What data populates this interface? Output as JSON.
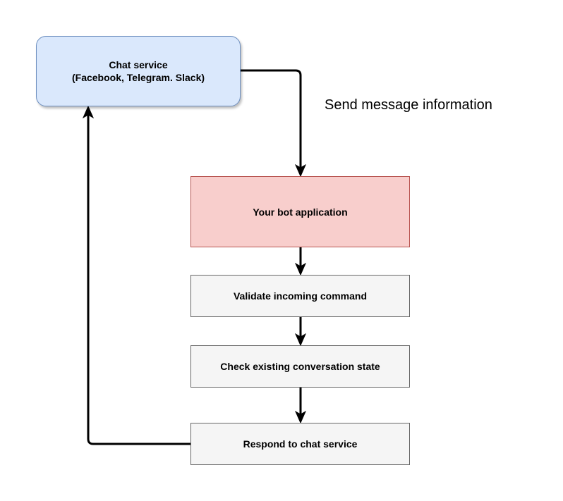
{
  "diagram": {
    "nodes": {
      "chat_service": {
        "line1": "Chat service",
        "line2": "(Facebook, Telegram. Slack)"
      },
      "bot_application": "Your bot application",
      "validate": "Validate incoming command",
      "check_state": "Check existing conversation state",
      "respond": "Respond to chat service"
    },
    "edge_labels": {
      "send_message": "Send message information"
    },
    "edges": [
      {
        "from": "chat_service",
        "to": "bot_application"
      },
      {
        "from": "bot_application",
        "to": "validate"
      },
      {
        "from": "validate",
        "to": "check_state"
      },
      {
        "from": "check_state",
        "to": "respond"
      },
      {
        "from": "respond",
        "to": "chat_service"
      }
    ],
    "colors": {
      "chat_fill": "#dae8fc",
      "chat_stroke": "#6c8ebf",
      "bot_fill": "#f8cecc",
      "bot_stroke": "#b85450",
      "step_fill": "#f5f5f5",
      "step_stroke": "#666666",
      "connector": "#000000"
    }
  }
}
